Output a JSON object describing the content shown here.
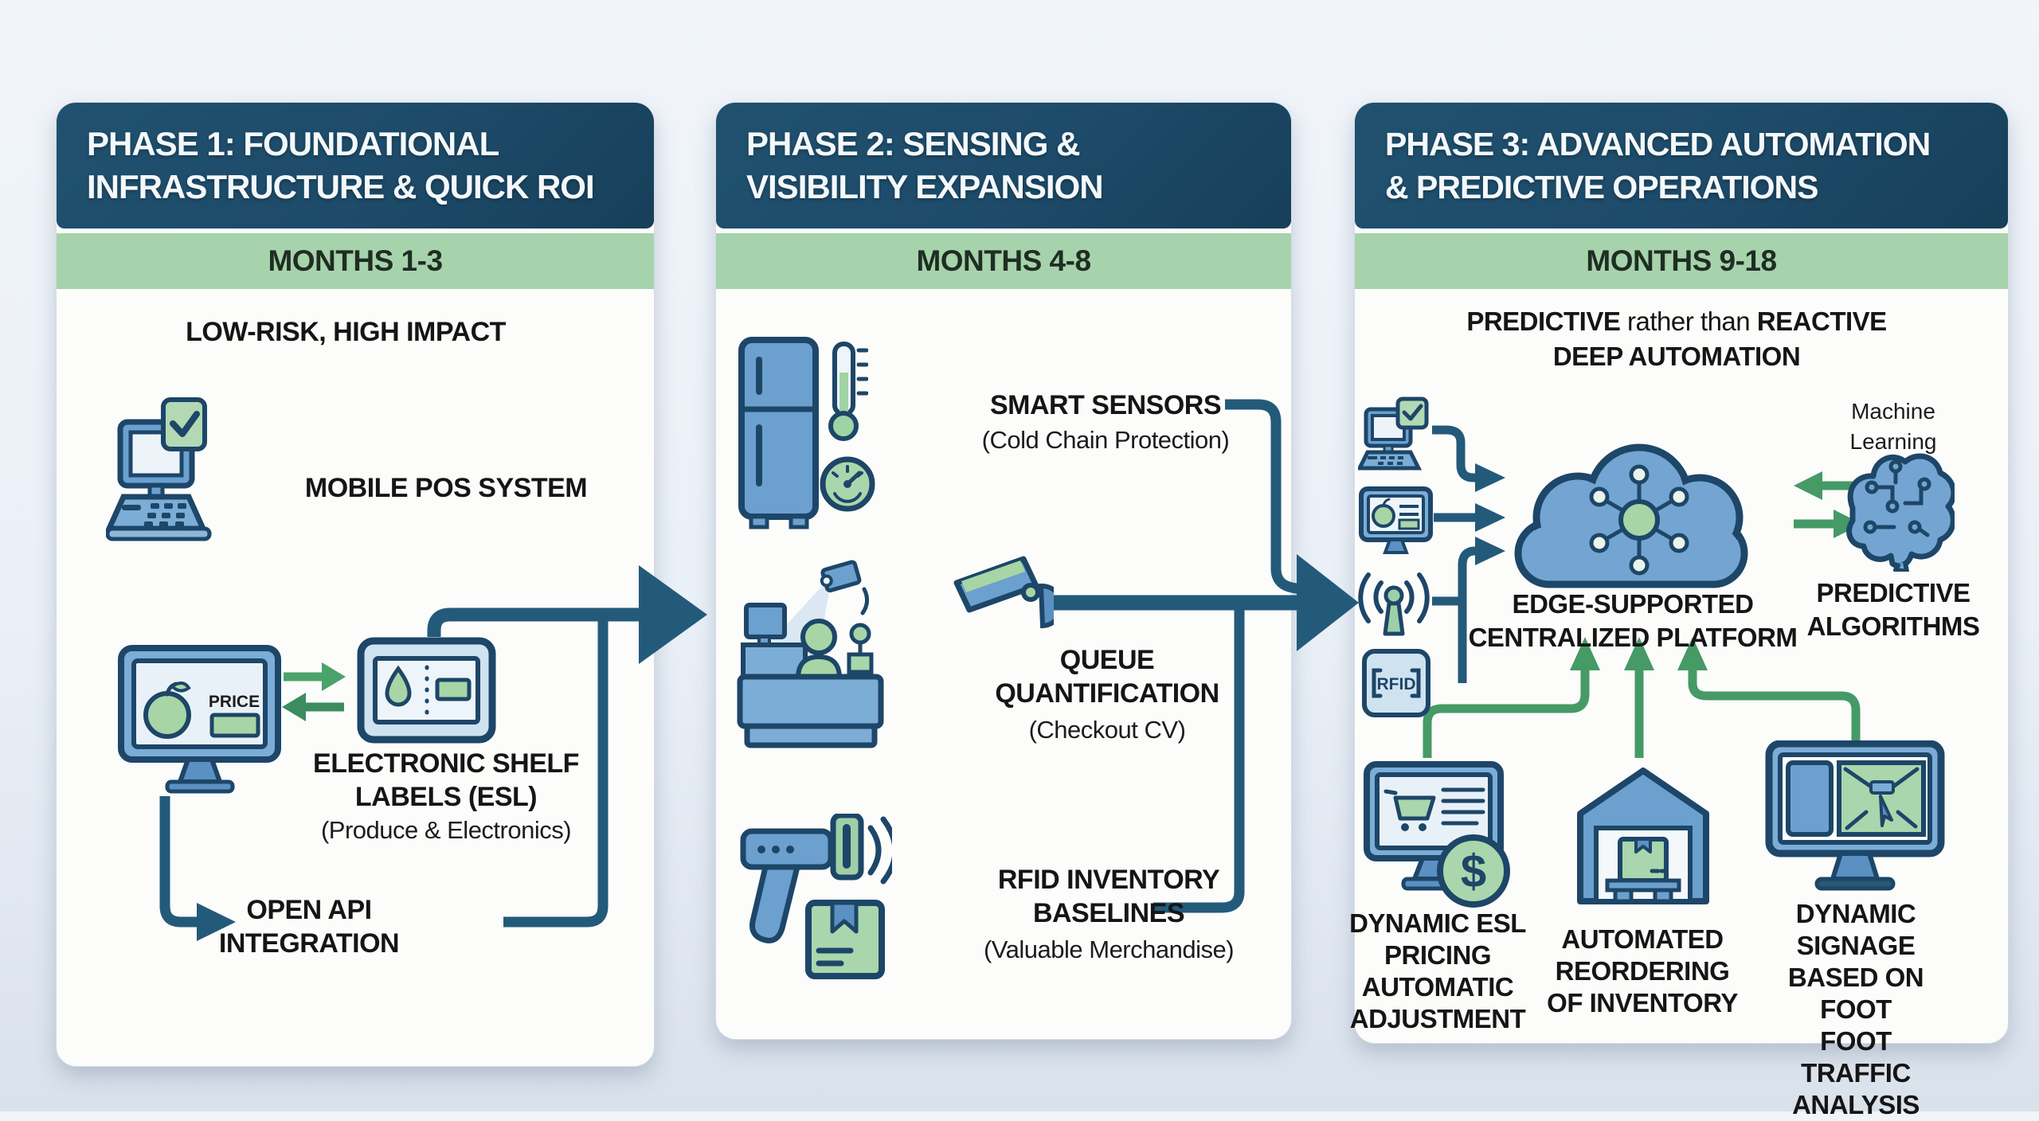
{
  "colors": {
    "header_navy": "#1d4b69",
    "band_green": "#a6d3ab",
    "arrow_dark": "#235a7a",
    "arrow_green": "#459a66",
    "icon_blue": "#6ba0cf",
    "icon_green": "#a8d5a5",
    "panel_bg": "#fcfcfb"
  },
  "phase1": {
    "header": "PHASE 1: FOUNDATIONAL\nINFRASTRUCTURE & QUICK ROI",
    "months": "MONTHS 1-3",
    "tagline": "LOW-RISK, HIGH IMPACT",
    "pos_label": "MOBILE POS SYSTEM",
    "price_tag": "PRICE",
    "esl_title": "ELECTRONIC SHELF\nLABELS (ESL)",
    "esl_sub": "(Produce & Electronics)",
    "api_label": "OPEN API\nINTEGRATION"
  },
  "phase2": {
    "header": "PHASE 2: SENSING &\nVISIBILITY EXPANSION",
    "months": "MONTHS 4-8",
    "sensors_title": "SMART SENSORS",
    "sensors_sub": "(Cold Chain Protection)",
    "queue_title": "QUEUE\nQUANTIFICATION",
    "queue_sub": "(Checkout CV)",
    "rfid_title": "RFID INVENTORY\nBASELINES",
    "rfid_sub": "(Valuable Merchandise)"
  },
  "phase3": {
    "header": "PHASE 3: ADVANCED AUTOMATION\n& PREDICTIVE OPERATIONS",
    "months": "MONTHS 9-18",
    "tagline_bold1": "PREDICTIVE",
    "tagline_mid": " rather than ",
    "tagline_bold2": "REACTIVE",
    "tagline_line2": "DEEP AUTOMATION",
    "ml_label": "Machine Learning",
    "cloud_label": "EDGE-SUPPORTED\nCENTRALIZED PLATFORM",
    "predictive_label": "PREDICTIVE\nALGORITHMS",
    "rfid_chip": "RFID",
    "dollar": "$",
    "outcome1": "DYNAMIC ESL\nPRICING\nAUTOMATIC\nADJUSTMENT",
    "outcome2": "AUTOMATED\nREORDERING\nOF INVENTORY",
    "outcome3": "DYNAMIC SIGNAGE\nBASED ON FOOT\nFOOT TRAFFIC\nANALYSIS"
  }
}
